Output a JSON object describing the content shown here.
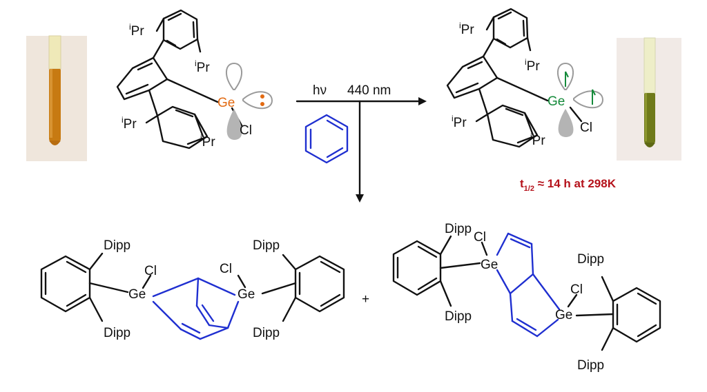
{
  "diagram": {
    "reactant": {
      "substituent_label": "Pr",
      "substituent_prefix": "i",
      "ge_label": "Ge",
      "cl_label": "Cl",
      "ge_color": "#e26a12"
    },
    "arrow": {
      "light_symbol": "hν",
      "wavelength": "440 nm"
    },
    "product_radical": {
      "substituent_label": "Pr",
      "substituent_prefix": "i",
      "ge_label": "Ge",
      "cl_label": "Cl",
      "ge_color": "#148a3a"
    },
    "half_life": {
      "prefix": "t",
      "subscript": "1/2",
      "text": " ≈ 14 h at 298K",
      "color": "#b5121b"
    },
    "bottom": {
      "dipp_label": "Dipp",
      "ge_label": "Ge",
      "cl_label": "Cl",
      "plus": "+"
    },
    "photos": {
      "left_tube_color": "#c77a12",
      "right_tube_color": "#6f7a1a"
    }
  }
}
